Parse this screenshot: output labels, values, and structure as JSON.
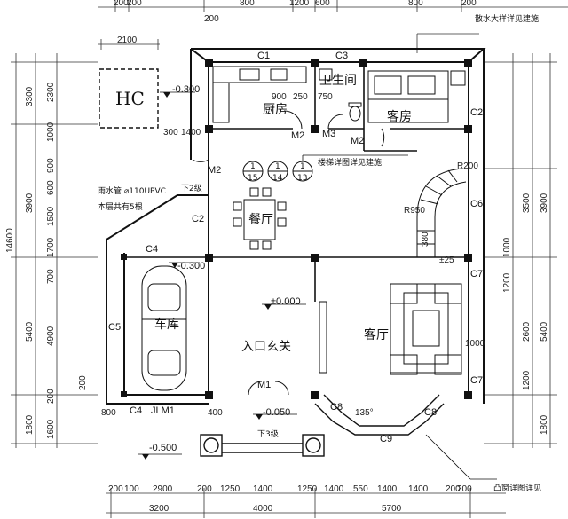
{
  "top_dims_1": [
    "200",
    "200",
    "800",
    "1200",
    "600",
    "800",
    "200"
  ],
  "top_dims_2": [
    "2100"
  ],
  "top_note": "散水大样详见建施",
  "hc_label": "HC",
  "elev_hc": "-0.300",
  "elev_garage": "-0.300",
  "elev_center": "±0.000",
  "elev_entry": "-0.050",
  "elev_front": "-0.500",
  "rooms": {
    "kitchen": "厨房",
    "wc": "卫生间",
    "guest": "客房",
    "dining": "餐厅",
    "garage": "车库",
    "entry": "入口玄关",
    "living": "客厅"
  },
  "stair_note": "楼梯详图详见建施",
  "bay_note": "凸窗详图详见",
  "drain_note_1": "雨水管 ⌀110UPVC",
  "drain_note_2": "本层共有5根",
  "down2": "下2级",
  "down3": "下3级",
  "ref_nums": [
    "1",
    "15",
    "1",
    "14",
    "1",
    "13"
  ],
  "window_labels": {
    "c1": "C1",
    "c3": "C3",
    "c2a": "C2",
    "c2b": "C2",
    "c4": "C4",
    "c4b": "C4",
    "c5": "C5",
    "c6": "C6",
    "c7a": "C7",
    "c7b": "C7",
    "c8a": "C8",
    "c8b": "C8",
    "c9": "C9"
  },
  "door_labels": {
    "m2a": "M2",
    "m2b": "M2",
    "m2c": "M2",
    "m3": "M3",
    "m1": "M1",
    "jlm1": "JLM1"
  },
  "inner_dims": {
    "d900": "900",
    "d250": "250",
    "d750": "750",
    "d300": "300",
    "d1400": "1400",
    "r950": "R950",
    "r200": "R200",
    "d380": "380",
    "d25": "±25",
    "d1000": "1000",
    "d400": "400",
    "d135": "135°",
    "d800": "800",
    "d200": "200"
  },
  "left_dims_outer": [
    "14600"
  ],
  "left_dims_1": [
    "3300",
    "3900",
    "5400",
    "1800"
  ],
  "left_dims_2": [
    "2300",
    "1000",
    "900",
    "600",
    "1500",
    "1700",
    "700",
    "4900",
    "200",
    "1600"
  ],
  "right_dims_1": [
    "3900",
    "3500",
    "5400",
    "1800"
  ],
  "right_dims_2": [
    "1000",
    "1200",
    "1000",
    "2600",
    "1200"
  ],
  "bottom_dims_1": [
    "200",
    "100",
    "2900",
    "200",
    "1250",
    "1400",
    "1250",
    "1400",
    "550",
    "1400",
    "1400",
    "200",
    "200"
  ],
  "bottom_dims_2": [
    "3200",
    "4000",
    "5700"
  ]
}
